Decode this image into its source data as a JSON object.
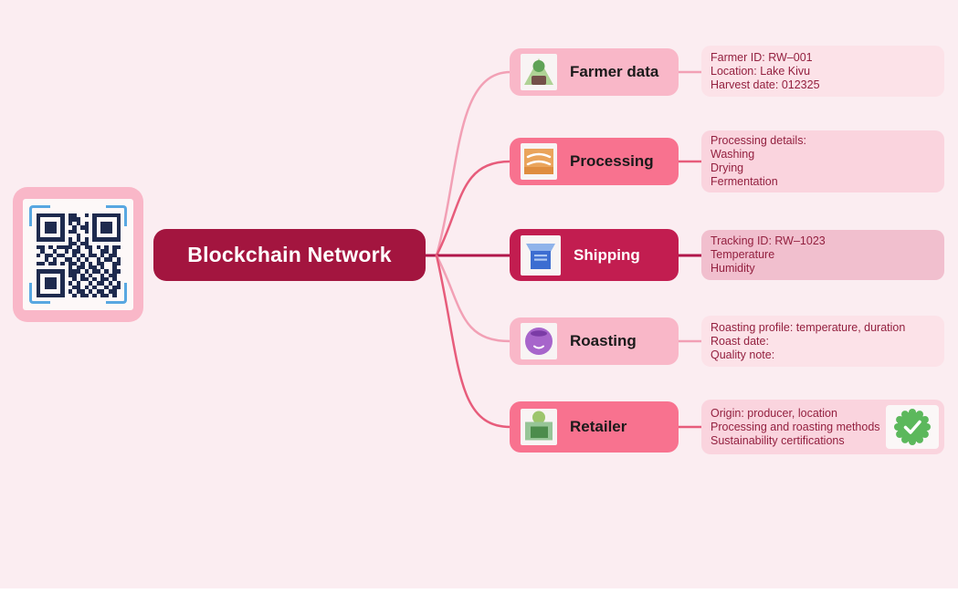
{
  "palette": {
    "background": "#FBEDF1",
    "central_bg": "#A3153F",
    "node_light_pink": "#F9B7C8",
    "node_hot_pink": "#F8728F",
    "node_crimson": "#C21D50",
    "detail_light": "#FCE2E8",
    "detail_medium": "#FAD4DE",
    "detail_dark": "#F1BFCE",
    "detail_text": "#93203F",
    "qr_module": "#1E2A4E",
    "qr_bracket_blue": "#58A7E1",
    "badge_green": "#5CB85C"
  },
  "qr_card": {
    "name": "qr-code",
    "pattern": [
      "111111101100101111111",
      "100000101110001000001",
      "101110101010101011101",
      "101110100101101011101",
      "101110101100101011101",
      "100000100010001000001",
      "111111101010101111111",
      "000000001101100000000",
      "110101111010110101011",
      "010010010110010011010",
      "101101100101011010110",
      "001010011010100101101",
      "110110101101010110011",
      "000000001011011010010",
      "111111101110101101011",
      "100000101101010010110",
      "101110100101101011010",
      "101110101010010110101",
      "101110100110101001011",
      "100000101011010110110",
      "111111100101101011010"
    ]
  },
  "central_node": {
    "label": "Blockchain Network",
    "bg": "#A3153F",
    "text_color": "#FFFFFF"
  },
  "branches": [
    {
      "id": "farmer-data",
      "label": "Farmer data",
      "node_bg": "#F9B7C8",
      "line_color": "#F2A0B5",
      "icon": "farmer-icon",
      "detail_bg": "#FCE2E8",
      "details": "Farmer ID: RW–001\nLocation: Lake Kivu\nHarvest date: 012325"
    },
    {
      "id": "processing",
      "label": "Processing",
      "node_bg": "#F8728F",
      "line_color": "#E75C7B",
      "icon": "drying-bed-icon",
      "detail_bg": "#FAD4DE",
      "details": "Processing details:\nWashing\nDrying\nFermentation"
    },
    {
      "id": "shipping",
      "label": "Shipping",
      "node_bg": "#C21D50",
      "line_color": "#B1164A",
      "icon": "shipping-box-icon",
      "detail_bg": "#F1BFCE",
      "details": "Tracking ID: RW–1023\nTemperature\nHumidity"
    },
    {
      "id": "roasting",
      "label": "Roasting",
      "node_bg": "#F9B7C8",
      "line_color": "#F2A0B5",
      "icon": "roasted-bean-icon",
      "detail_bg": "#FCE2E8",
      "details": "Roasting profile: temperature, duration\nRoast date:\nQuality note:"
    },
    {
      "id": "retailer",
      "label": "Retailer",
      "node_bg": "#F8728F",
      "line_color": "#E75C7B",
      "icon": "retailer-icon",
      "detail_bg": "#FAD4DE",
      "details": "Origin: producer, location\nProcessing and roasting methods\nSustainability certifications",
      "badge": "verified-check"
    }
  ]
}
